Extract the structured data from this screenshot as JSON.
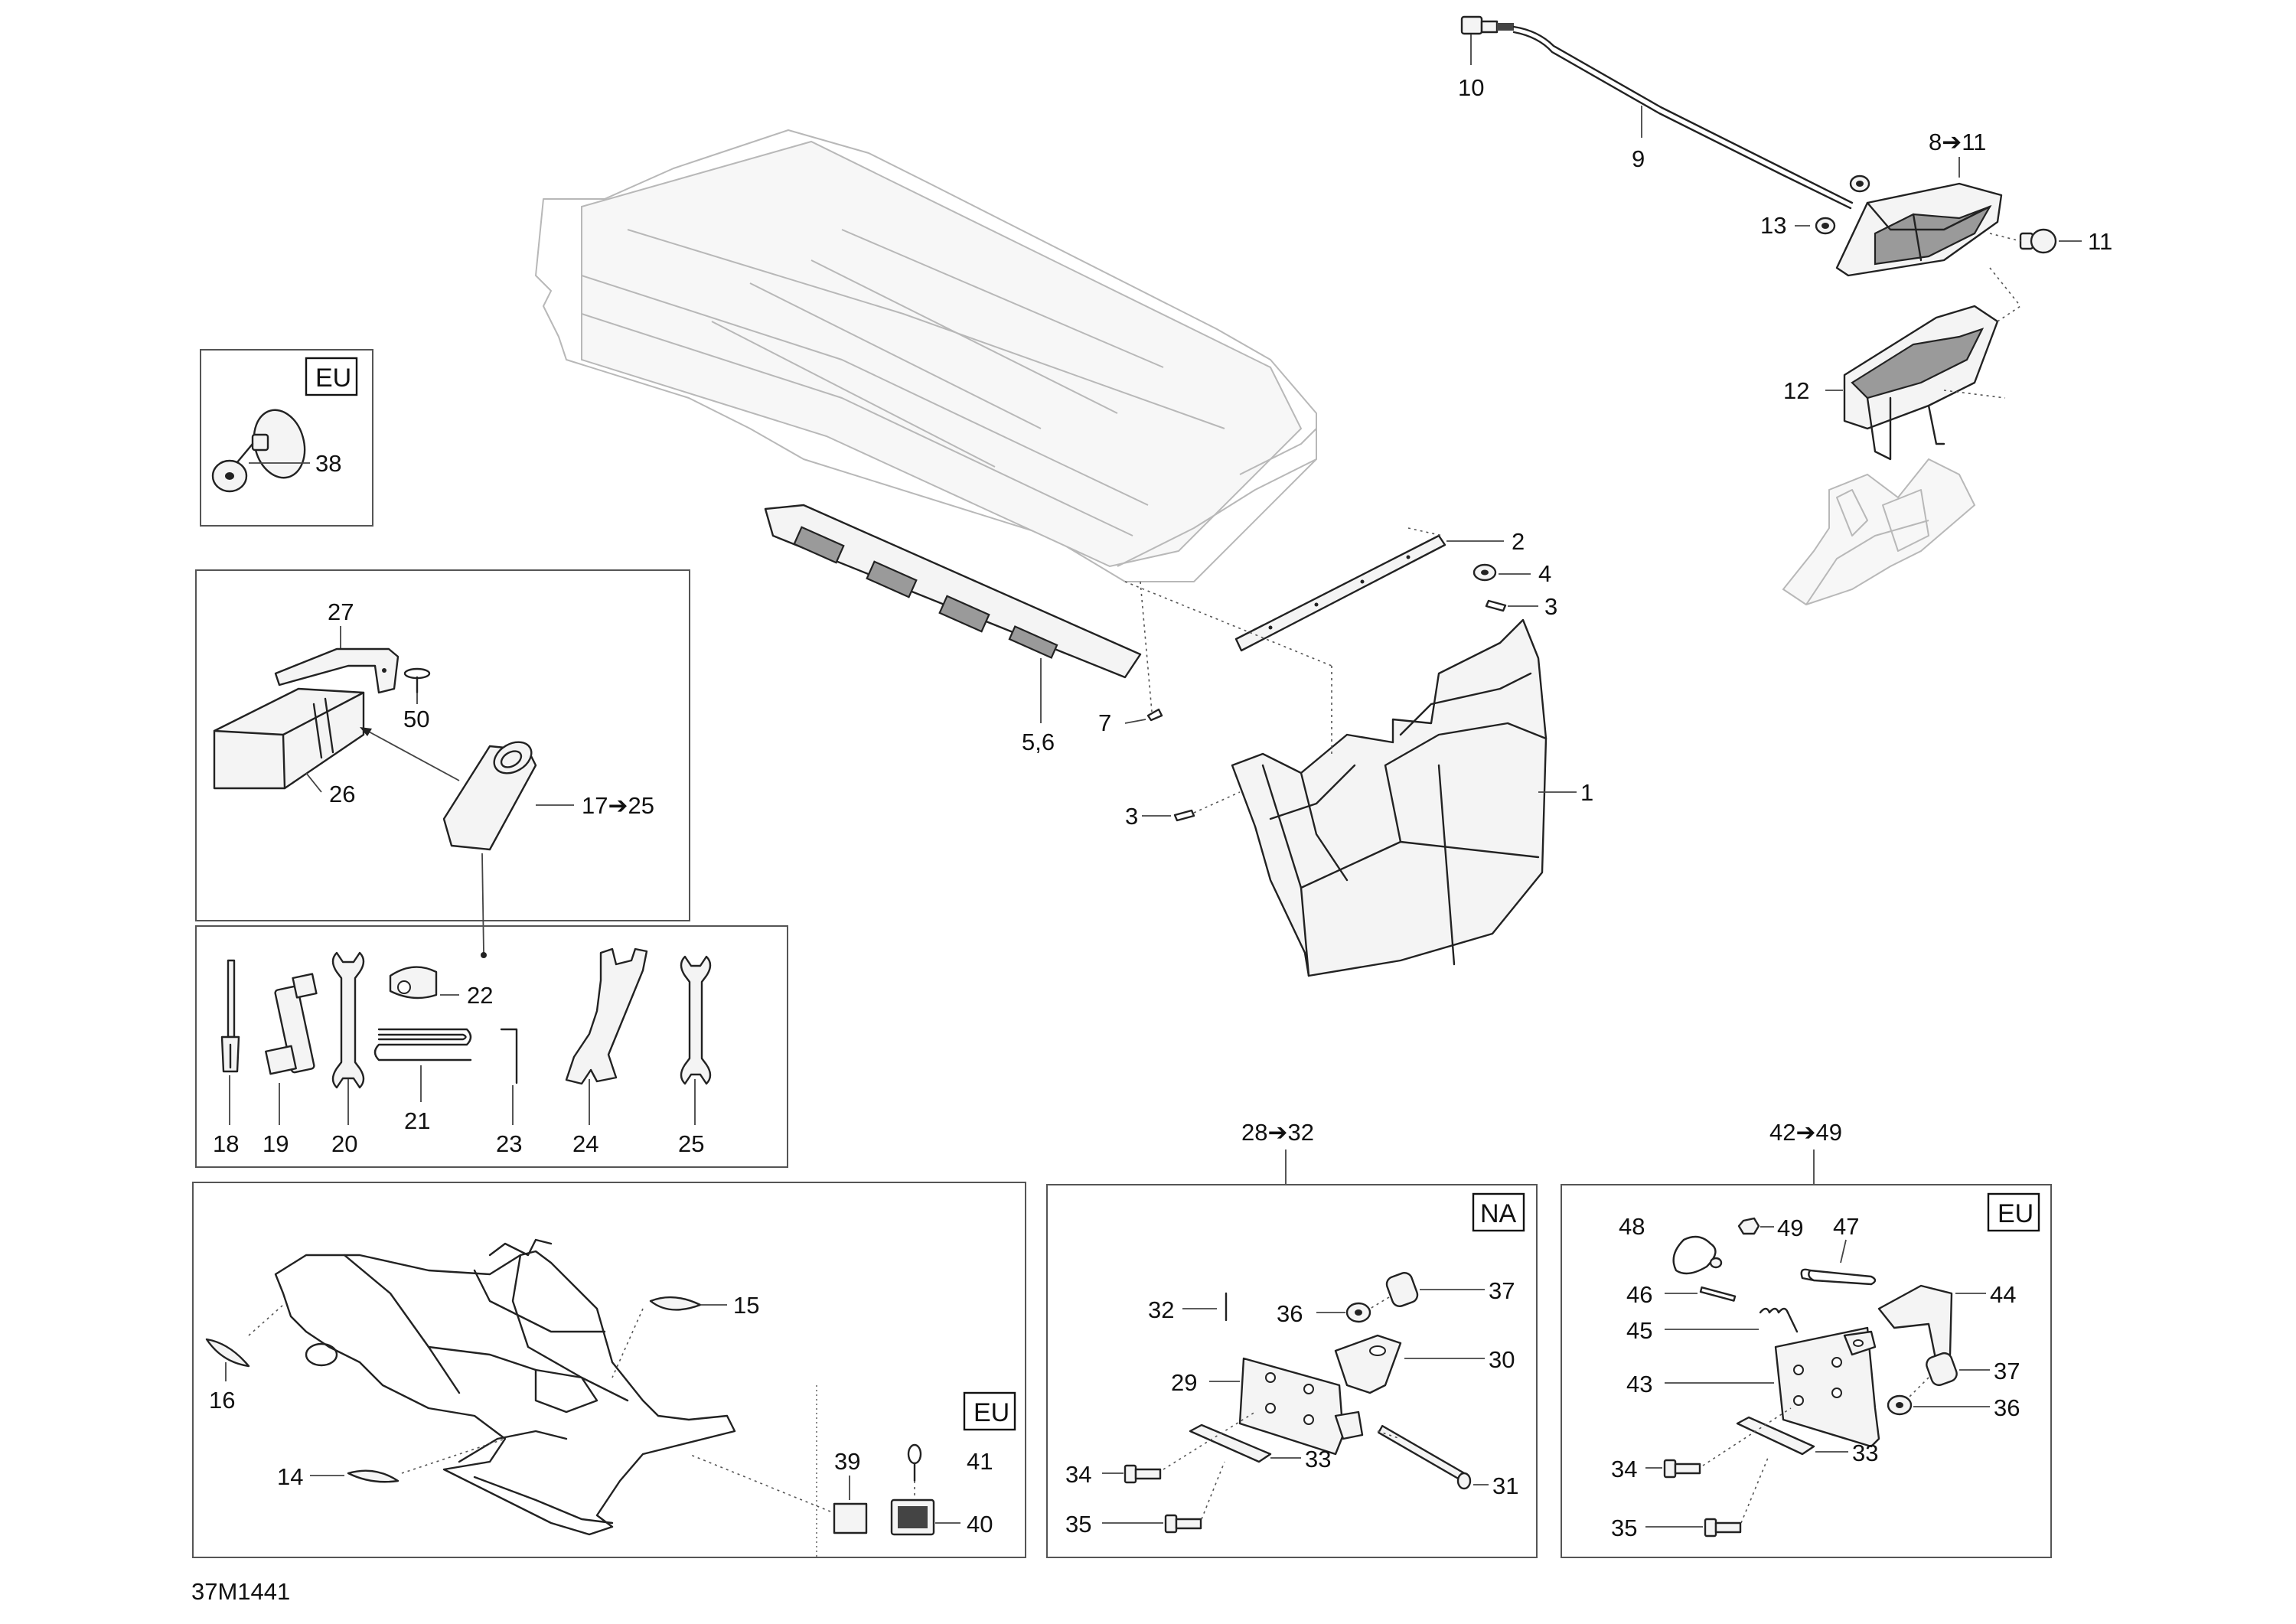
{
  "drawing_number": "37M1441",
  "region_tags": {
    "eu_38": "EU",
    "eu_39_41": "EU",
    "na_28_32": "NA",
    "eu_42_49": "EU"
  },
  "group_labels": {
    "group_28_32": "28➔32",
    "group_42_49": "42➔49",
    "group_17_25": "17➔25",
    "group_8_11": "8➔11"
  },
  "callouts": {
    "c1": "1",
    "c2": "2",
    "c3a": "3",
    "c3b": "3",
    "c4": "4",
    "c56": "5,6",
    "c7": "7",
    "c9": "9",
    "c10": "10",
    "c11": "11",
    "c12": "12",
    "c13": "13",
    "c14": "14",
    "c15": "15",
    "c16": "16",
    "c18": "18",
    "c19": "19",
    "c20": "20",
    "c21": "21",
    "c22": "22",
    "c23": "23",
    "c24": "24",
    "c25": "25",
    "c26": "26",
    "c27": "27",
    "c29": "29",
    "c30": "30",
    "c31": "31",
    "c32": "32",
    "c33a": "33",
    "c33b": "33",
    "c34a": "34",
    "c34b": "34",
    "c35a": "35",
    "c35b": "35",
    "c36a": "36",
    "c36b": "36",
    "c37a": "37",
    "c37b": "37",
    "c38": "38",
    "c39": "39",
    "c40": "40",
    "c41": "41",
    "c43": "43",
    "c44": "44",
    "c45": "45",
    "c46": "46",
    "c47": "47",
    "c48": "48",
    "c49": "49",
    "c50": "50"
  }
}
